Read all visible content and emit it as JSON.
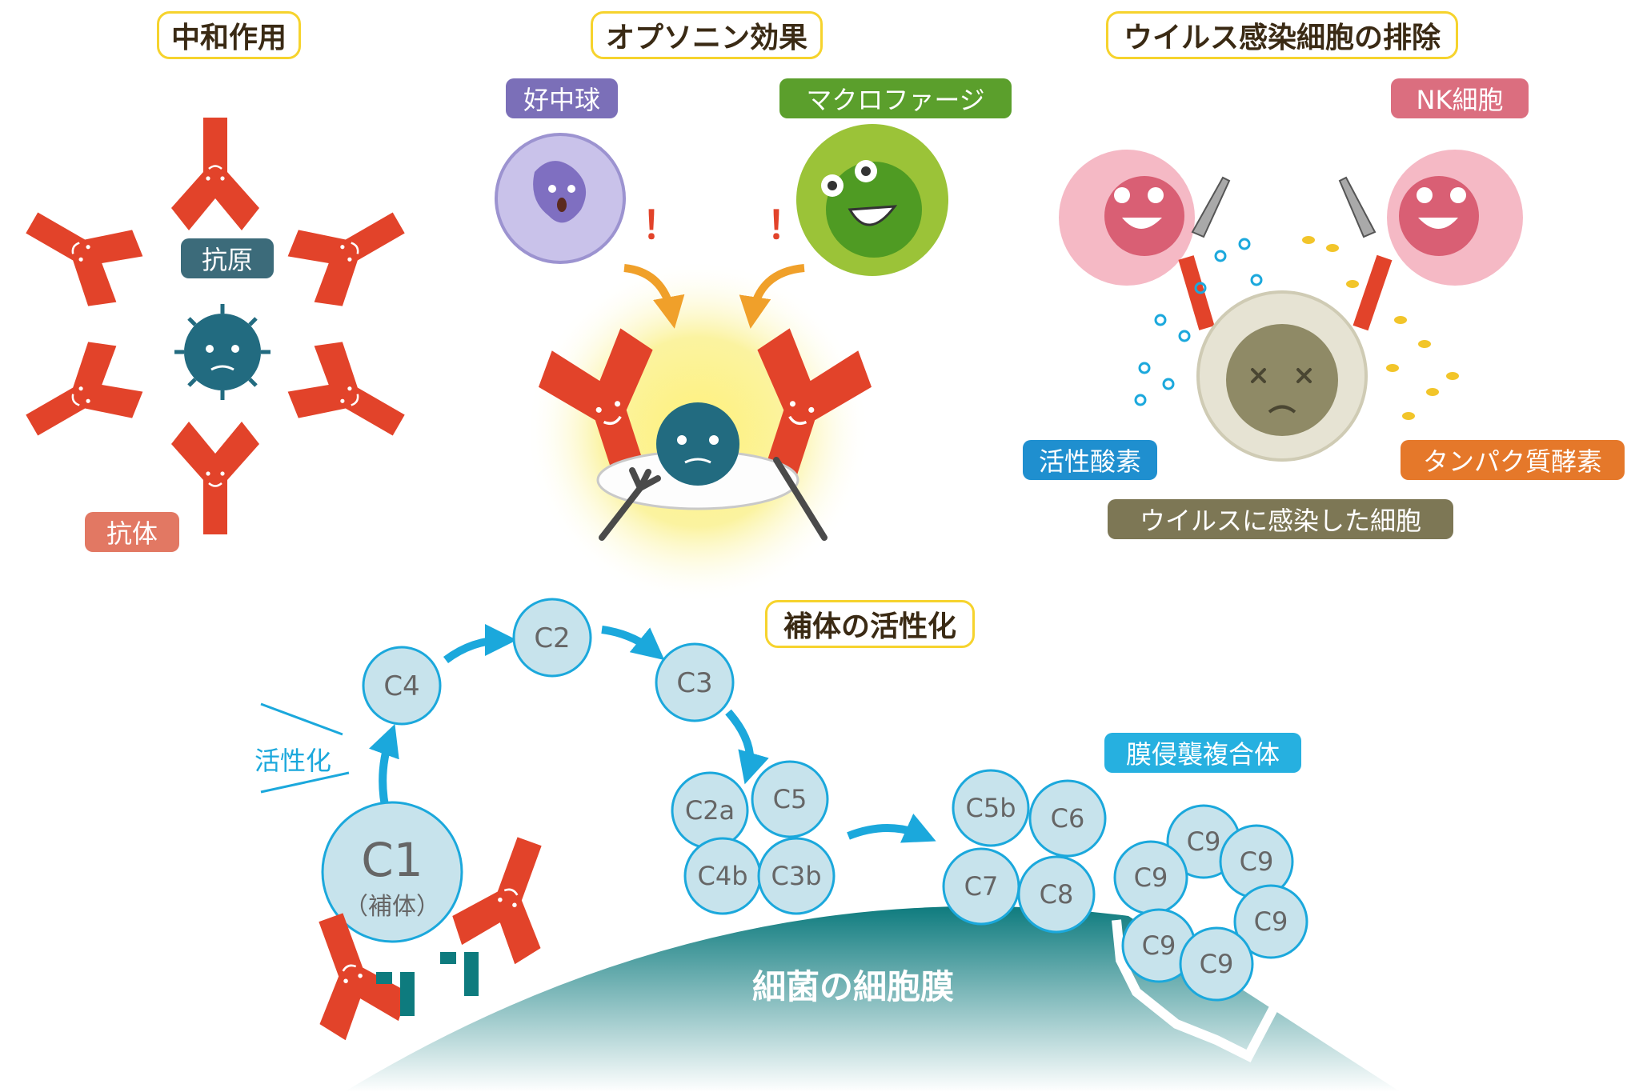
{
  "titles": {
    "neutralization": "中和作用",
    "opsonin": "オプソニン効果",
    "elimination": "ウイルス感染細胞の排除",
    "complement": "補体の活性化"
  },
  "labels": {
    "antigen": "抗原",
    "antibody": "抗体",
    "neutrophil": "好中球",
    "macrophage": "マクロファージ",
    "nk_cell": "NK細胞",
    "ros": "活性酸素",
    "protease": "タンパク質酵素",
    "infected_cell": "ウイルスに感染した細胞",
    "activation": "活性化",
    "mac": "膜侵襲複合体",
    "membrane": "細菌の細胞膜",
    "c1": "C1",
    "c1_sub": "（補体）",
    "exclaim": "！"
  },
  "complement": {
    "chain": [
      "C4",
      "C2",
      "C3"
    ],
    "cluster": [
      "C2a",
      "C5",
      "C4b",
      "C3b"
    ],
    "complex_pre": [
      "C5b",
      "C6",
      "C7",
      "C8"
    ],
    "c9": [
      "C9",
      "C9",
      "C9",
      "C9",
      "C9",
      "C9"
    ]
  },
  "colors": {
    "antibody": "#e2432a",
    "virus": "#226b80",
    "complement_fill": "#c7e3ec",
    "complement_stroke": "#1ba8dc",
    "membrane": "#0e7b7e",
    "title_border": "#f6d32d",
    "antigen_tag": "#3c6b7a",
    "antibody_tag": "#e27863",
    "neutrophil_tag": "#7b6fb8",
    "macrophage_tag": "#5b9f2c",
    "nk_tag": "#db6e7f",
    "ros_tag": "#1f8fcf",
    "protease_tag": "#e5782a",
    "infected_tag": "#7d7755",
    "mac_tag": "#26b0e0"
  }
}
